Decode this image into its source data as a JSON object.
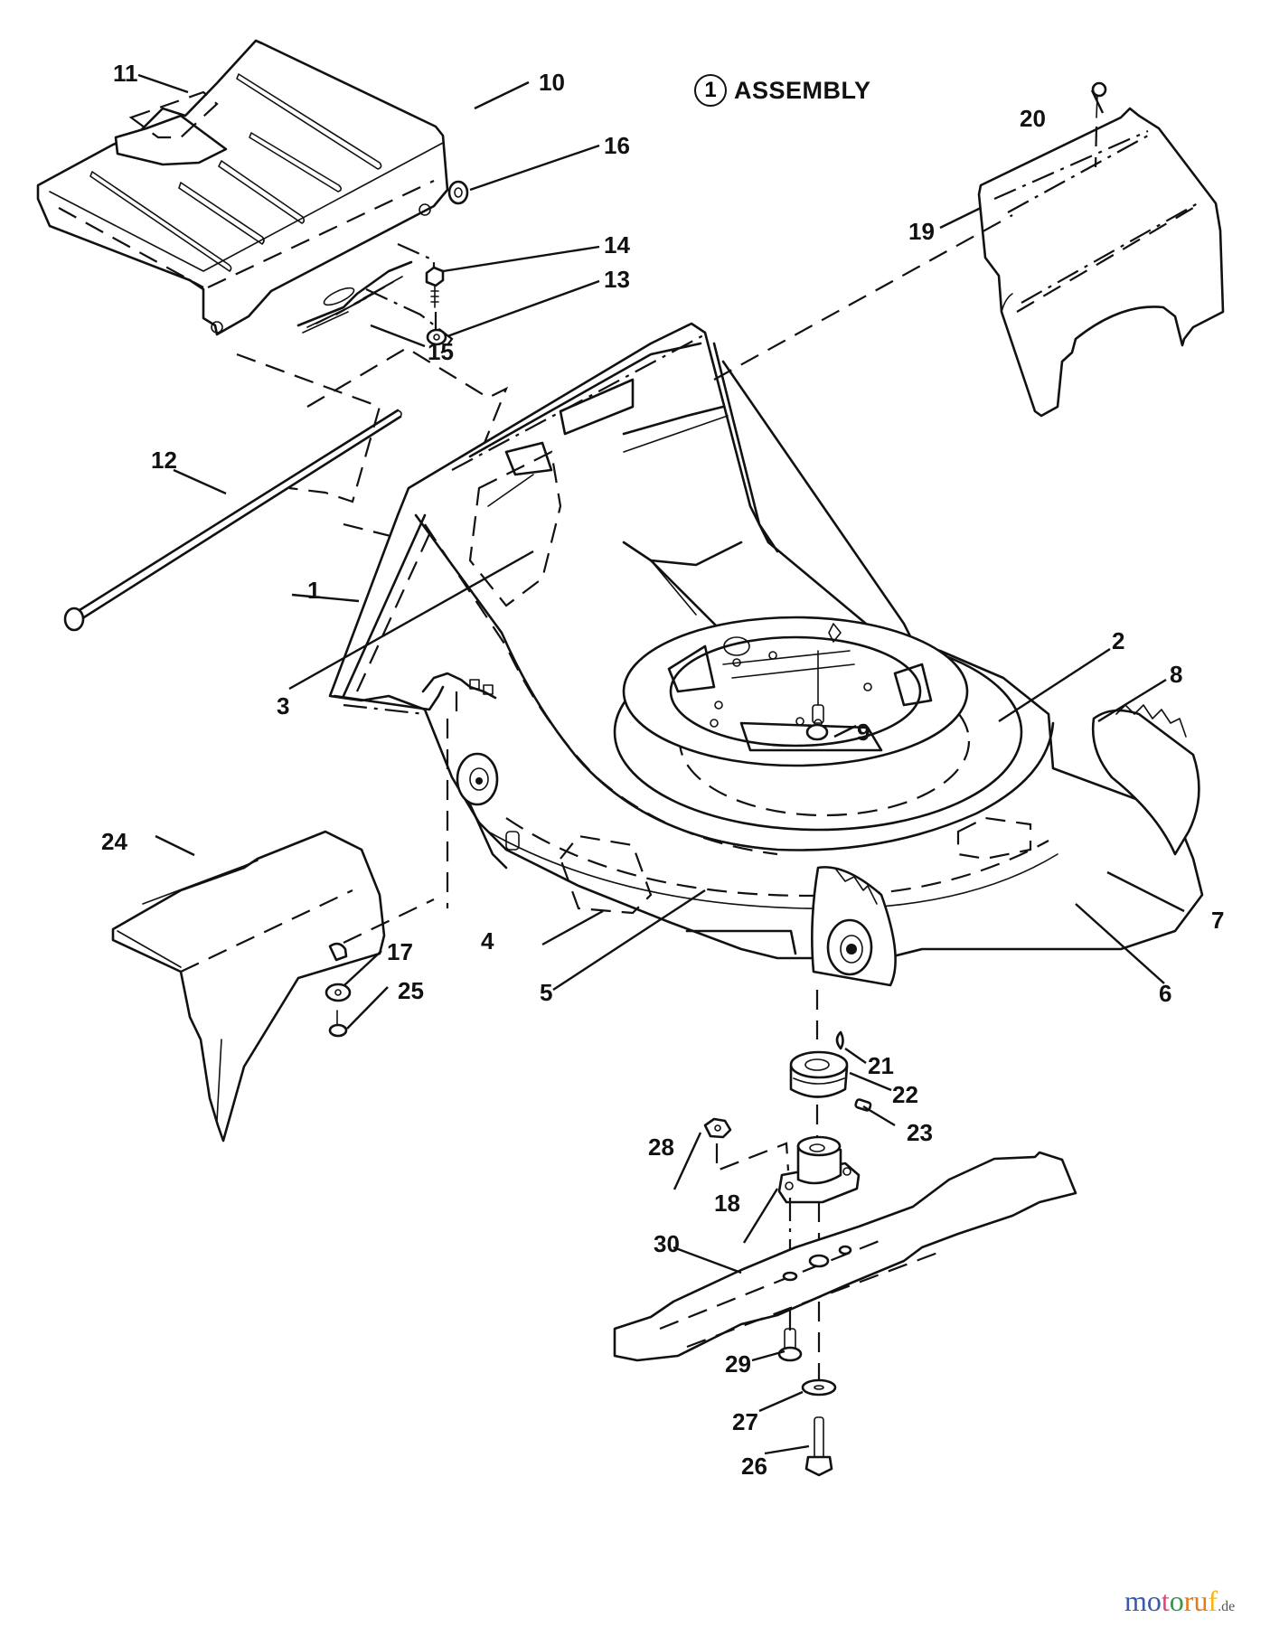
{
  "title": {
    "number": "1",
    "text": "ASSEMBLY"
  },
  "watermark": {
    "letters": [
      "m",
      "o",
      "t",
      "o",
      "r",
      "u",
      "f"
    ],
    "colors": [
      "#3b5aa6",
      "#3b5aa6",
      "#e0447c",
      "#2e9a46",
      "#e47a1c",
      "#e47a1c",
      "#f2b61a"
    ],
    "suffix": ".de"
  },
  "parts": [
    {
      "ref": "1",
      "name": "deck"
    },
    {
      "ref": "2",
      "name": "decal"
    },
    {
      "ref": "3",
      "name": "decal"
    },
    {
      "ref": "4",
      "name": "decal"
    },
    {
      "ref": "5",
      "name": "decal"
    },
    {
      "ref": "6",
      "name": "decal"
    },
    {
      "ref": "7",
      "name": "decal"
    },
    {
      "ref": "8",
      "name": "decal"
    },
    {
      "ref": "9",
      "name": "screw"
    },
    {
      "ref": "10",
      "name": "rear-door"
    },
    {
      "ref": "11",
      "name": "decal"
    },
    {
      "ref": "12",
      "name": "hinge-rod"
    },
    {
      "ref": "13",
      "name": "nut"
    },
    {
      "ref": "14",
      "name": "bolt"
    },
    {
      "ref": "15",
      "name": "spring"
    },
    {
      "ref": "16",
      "name": "push-nut"
    },
    {
      "ref": "17",
      "name": "washer"
    },
    {
      "ref": "18",
      "name": "blade-adapter"
    },
    {
      "ref": "19",
      "name": "engine-cover"
    },
    {
      "ref": "20",
      "name": "screw"
    },
    {
      "ref": "21",
      "name": "key"
    },
    {
      "ref": "22",
      "name": "pulley"
    },
    {
      "ref": "23",
      "name": "set-screw"
    },
    {
      "ref": "24",
      "name": "discharge-chute"
    },
    {
      "ref": "25",
      "name": "screw"
    },
    {
      "ref": "26",
      "name": "blade-bolt"
    },
    {
      "ref": "27",
      "name": "washer"
    },
    {
      "ref": "28",
      "name": "nut"
    },
    {
      "ref": "29",
      "name": "bolt"
    },
    {
      "ref": "30",
      "name": "blade"
    }
  ]
}
